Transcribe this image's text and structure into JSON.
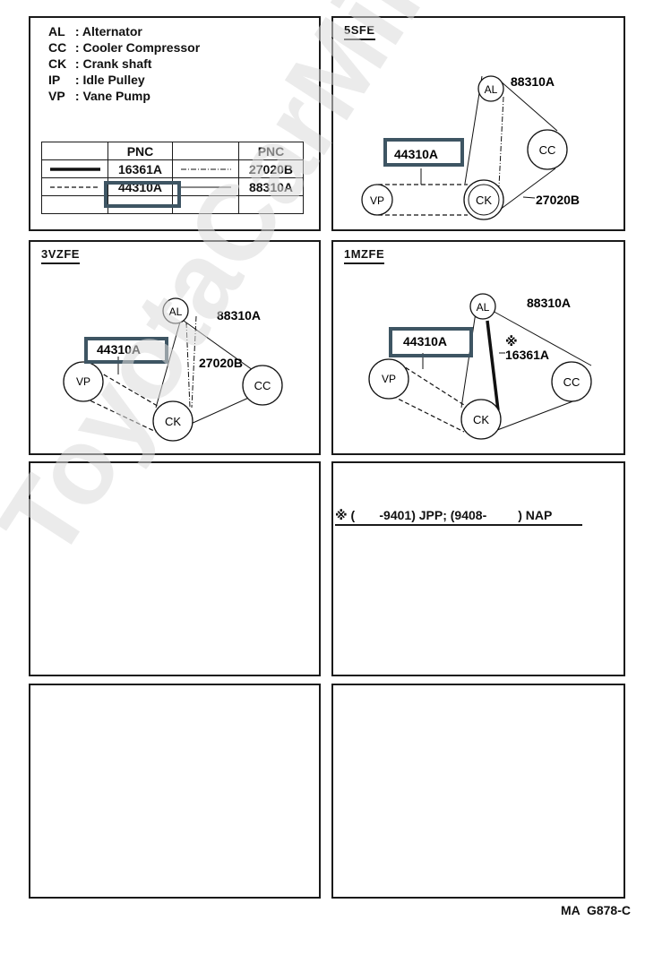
{
  "legend": [
    {
      "code": "AL",
      "name": "Alternator"
    },
    {
      "code": "CC",
      "name": "Cooler Compressor"
    },
    {
      "code": "CK",
      "name": "Crank shaft"
    },
    {
      "code": "IP",
      "name": "Idle Pulley"
    },
    {
      "code": "VP",
      "name": "Vane Pump"
    }
  ],
  "pnc_table": {
    "header": "PNC",
    "rows": [
      {
        "left": "16361A",
        "right": "27020B"
      },
      {
        "left": "44310A",
        "right": "88310A"
      }
    ]
  },
  "panels": {
    "p5sfe": {
      "title": "5SFE"
    },
    "p3vzfe": {
      "title": "3VZFE"
    },
    "p1mzfe": {
      "title": "1MZFE"
    }
  },
  "diagram_labels": {
    "al": "AL",
    "cc": "CC",
    "ck": "CK",
    "vp": "VP",
    "belt_88310A": "88310A",
    "belt_27020B": "27020B",
    "belt_44310A": "44310A",
    "belt_16361A": "16361A",
    "mark": "※"
  },
  "note": {
    "text": "※ (       -9401) JPP; (9408-         ) NAP"
  },
  "footer": {
    "code": "MA  G878-C"
  },
  "watermark": {
    "text": "ToyotaCarMine.ru"
  },
  "colors": {
    "highlight": "#3e5563"
  }
}
